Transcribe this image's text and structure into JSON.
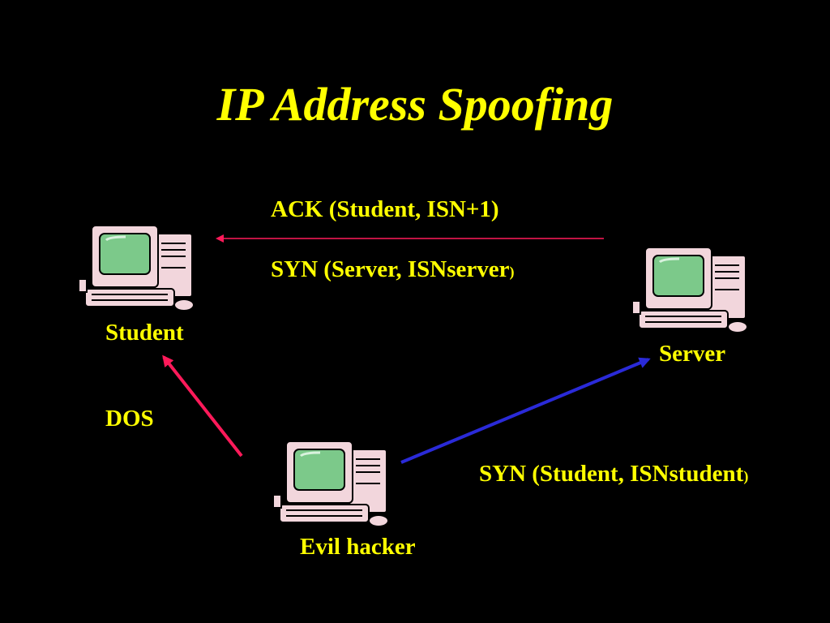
{
  "title": "IP Address Spoofing",
  "nodes": {
    "student": "Student",
    "server": "Server",
    "hacker": "Evil hacker"
  },
  "messages": {
    "ack": "ACK (Student, ISN+1)",
    "syn_server_main": "SYN (Server, ISNserver",
    "syn_server_close": ")",
    "dos": "DOS",
    "syn_student_main": "SYN (Student, ISNstudent",
    "syn_student_close": ")"
  },
  "colors": {
    "background": "#000000",
    "text": "#ffff00",
    "ack_arrow": "#ff1a5a",
    "dos_arrow": "#ff1a5a",
    "syn_arrow": "#2a2ad8",
    "screen": "#7cc98a",
    "computer_body": "#f2d6dc"
  },
  "icons": [
    "computer-icon",
    "computer-icon",
    "computer-icon"
  ]
}
